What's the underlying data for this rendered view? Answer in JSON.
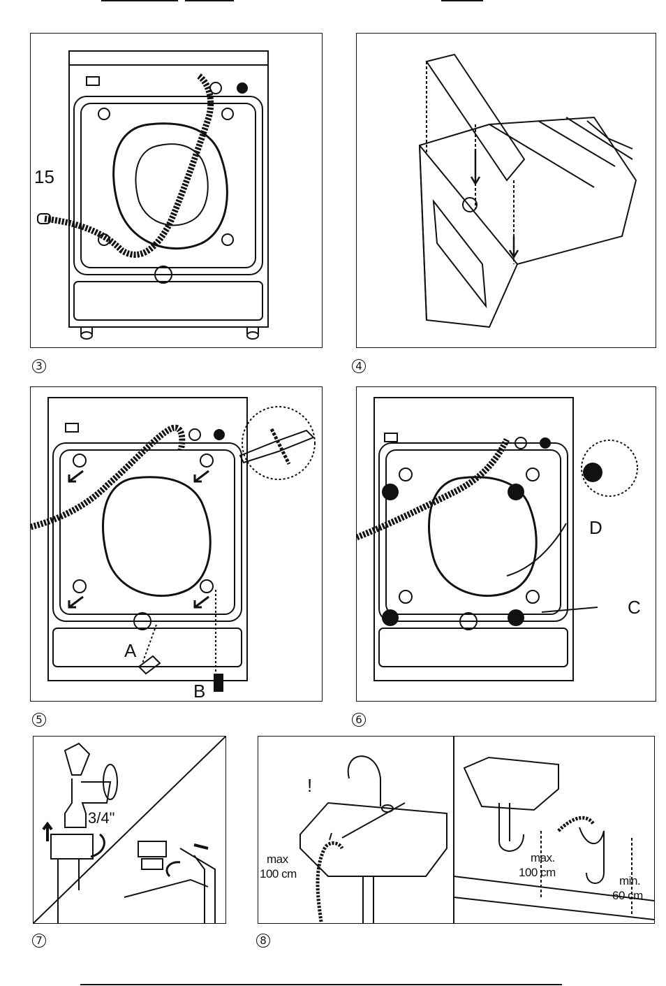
{
  "figures": [
    {
      "number": "3",
      "labels": {
        "hose": "15"
      },
      "icons": [
        "washing-machine-rear",
        "drain-hose"
      ]
    },
    {
      "number": "4",
      "labels": {},
      "icons": [
        "detergent-dispenser-drawer"
      ]
    },
    {
      "number": "5",
      "labels": {
        "bolt": "A",
        "spacer": "B"
      },
      "icons": [
        "washing-machine-rear",
        "wrench",
        "transit-bolt"
      ]
    },
    {
      "number": "6",
      "labels": {
        "plug": "C",
        "hole": "D"
      },
      "icons": [
        "washing-machine-rear",
        "plastic-plug"
      ]
    },
    {
      "number": "7",
      "labels": {
        "thread": "3/4\""
      },
      "icons": [
        "water-tap",
        "inlet-hose-nut"
      ]
    },
    {
      "number": "8",
      "labels": {
        "warning": "!",
        "left_max_1": "max",
        "left_max_2": "100 cm",
        "right_max_1": "max.",
        "right_max_2": "100 cm",
        "right_min_1": "min.",
        "right_min_2": "60 cm"
      },
      "icons": [
        "washbasin",
        "drain-hose",
        "standpipe"
      ]
    }
  ]
}
